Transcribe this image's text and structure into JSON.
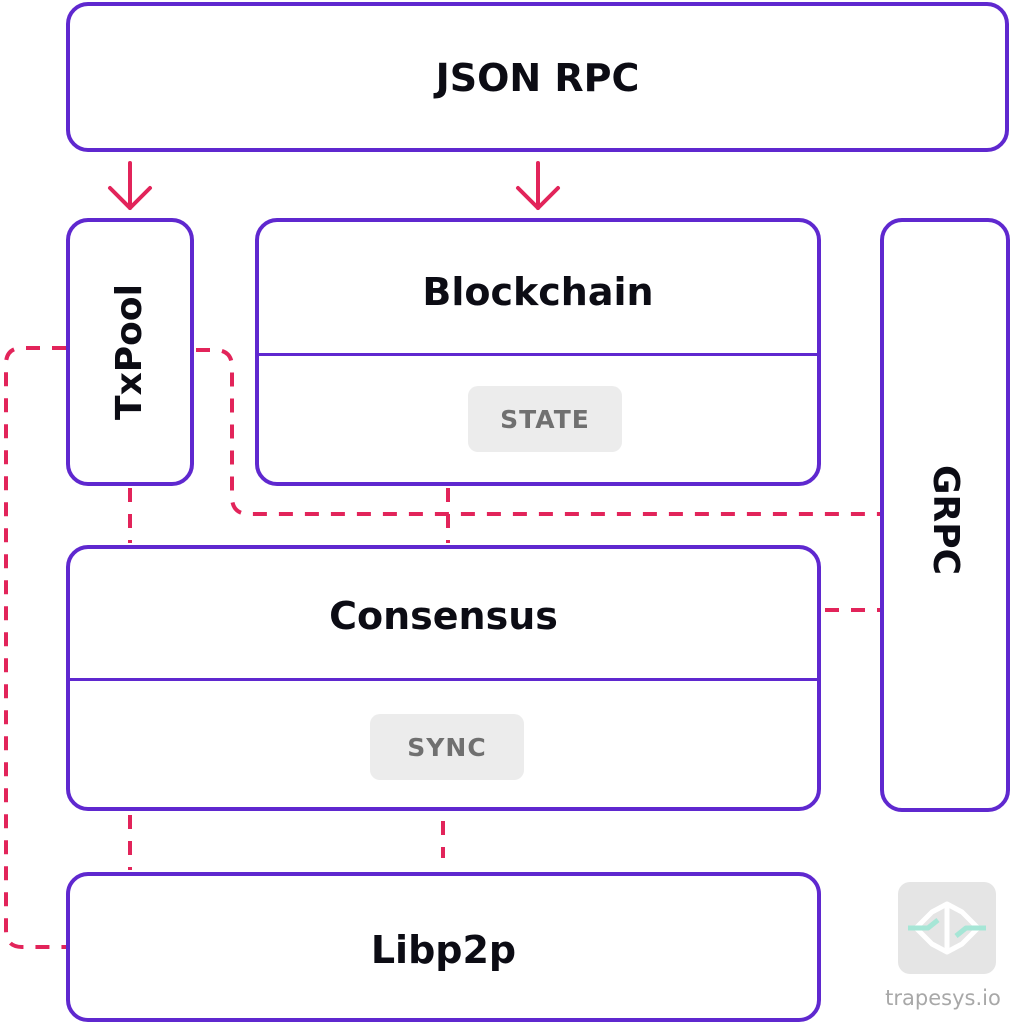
{
  "diagram": {
    "json_rpc": {
      "label": "JSON RPC"
    },
    "txpool": {
      "label": "TxPool"
    },
    "blockchain": {
      "label": "Blockchain",
      "sub_label": "STATE"
    },
    "grpc": {
      "label": "GRPC"
    },
    "consensus": {
      "label": "Consensus",
      "sub_label": "SYNC"
    },
    "libp2p": {
      "label": "Libp2p"
    }
  },
  "watermark": {
    "text": "trapesys.io"
  },
  "colors": {
    "box_border": "#5f28cf",
    "connector": "#e2245a",
    "pill_bg": "#ececec",
    "pill_text": "#707070",
    "label_text": "#0c0c14",
    "watermark_text": "#a8a8a8"
  }
}
